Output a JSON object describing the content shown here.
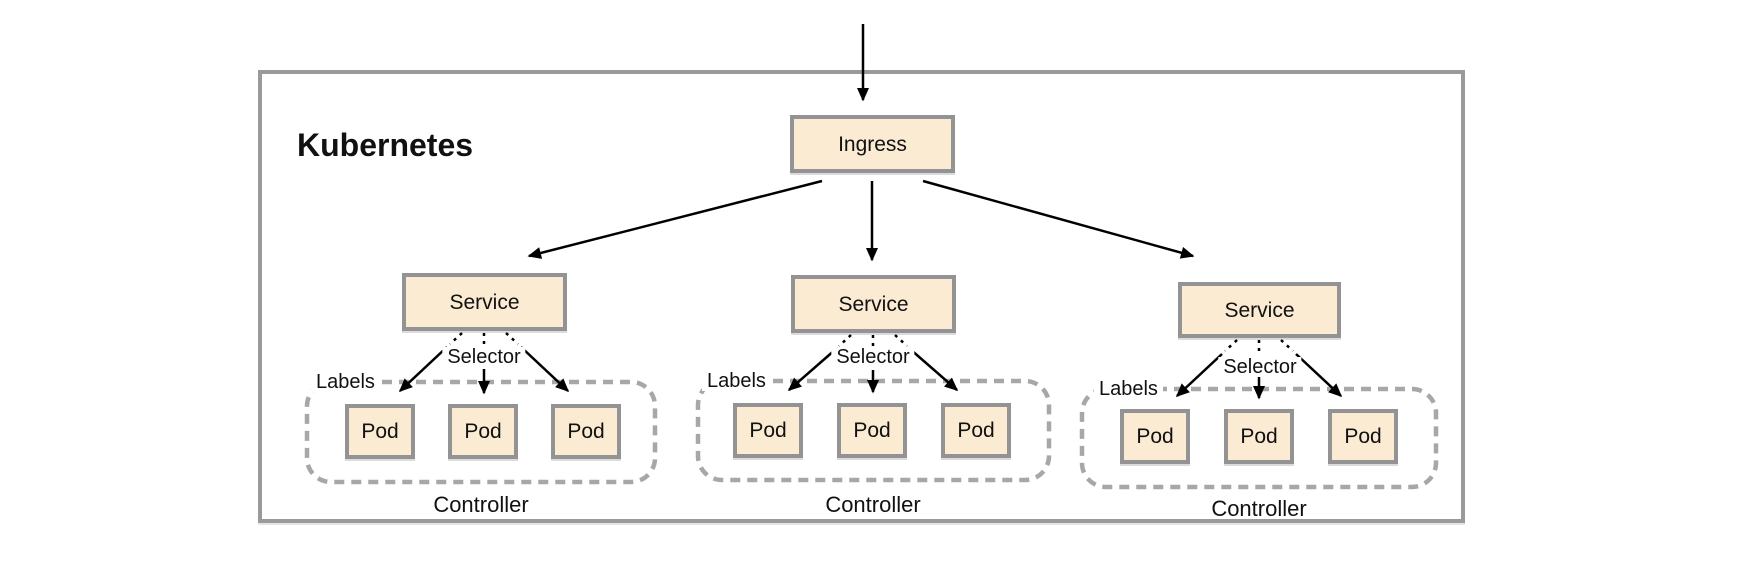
{
  "diagram": {
    "title": "Kubernetes",
    "ingress_label": "Ingress",
    "groups": [
      {
        "service": "Service",
        "selector": "Selector",
        "labels": "Labels",
        "controller": "Controller",
        "pods": [
          "Pod",
          "Pod",
          "Pod"
        ]
      },
      {
        "service": "Service",
        "selector": "Selector",
        "labels": "Labels",
        "controller": "Controller",
        "pods": [
          "Pod",
          "Pod",
          "Pod"
        ]
      },
      {
        "service": "Service",
        "selector": "Selector",
        "labels": "Labels",
        "controller": "Controller",
        "pods": [
          "Pod",
          "Pod",
          "Pod"
        ]
      }
    ],
    "colors": {
      "node_fill": "#FAEBD2",
      "node_border": "#939393",
      "dashed_border": "#A7A7A7",
      "outer_border": "#9A9A9A",
      "arrow": "#000000",
      "text": "#111111",
      "background": "#FFFFFF"
    }
  }
}
